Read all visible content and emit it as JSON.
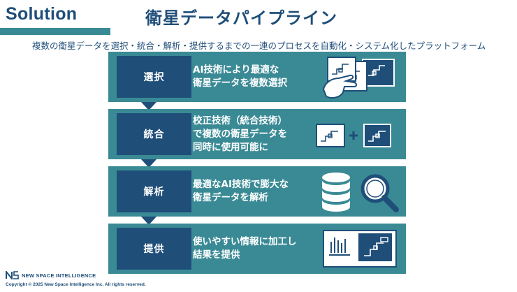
{
  "header": {
    "section_label": "Solution",
    "title": "衛星データパイプライン",
    "subtitle": "複数の衛星データを選択・統合・解析・提供するまでの一連のプロセスを自動化・システム化したプラットフォーム"
  },
  "steps": [
    {
      "label": "選択",
      "lines": [
        "AI技術により最適な",
        "衛星データを複数選択"
      ],
      "icon": "hand-selecting-images-icon"
    },
    {
      "label": "統合",
      "lines": [
        "校正技術（統合技術）",
        "で複数の衛星データを",
        "同時に使用可能に"
      ],
      "icon": "image-plus-image-icon"
    },
    {
      "label": "解析",
      "lines": [
        "最適なAI技術で膨大な",
        "衛星データを解析"
      ],
      "icon": "database-magnifier-icon"
    },
    {
      "label": "提供",
      "lines": [
        "使いやすい情報に加工し",
        "結果を提供"
      ],
      "icon": "report-dashboard-icon"
    }
  ],
  "footer": {
    "logo_text": "NEW SPACE INTELLIGENCE",
    "copyright": "Copyright © 2025 New Space Intelligence Inc. All rights reserved."
  },
  "colors": {
    "navy": "#1f4e79",
    "teal": "#3a8a95",
    "white": "#ffffff"
  }
}
